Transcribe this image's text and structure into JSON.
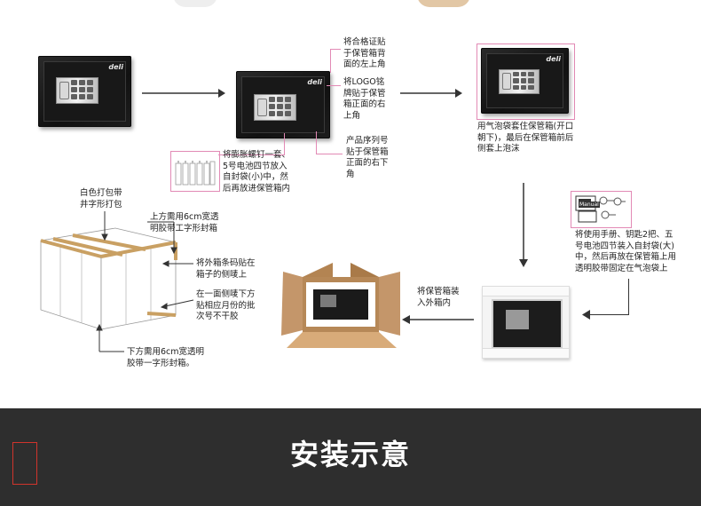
{
  "labels": {
    "cert": "将合格证贴\n于保管箱背\n面的左上角",
    "logo_sticker": "将LOGO铭\n牌贴于保管\n箱正面的右\n上角",
    "serial": "产品序列号\n贴于保管箱\n正面的右下\n角",
    "bolts": "将膨胀螺钉一套、\n5号电池四节放入\n自封袋(小)中，然\n后再放进保管箱内",
    "bubble": "用气泡袋套住保管箱(开口\n朝下)，最后在保管箱前后\n侧套上泡沫",
    "manual": "将使用手册、钥匙2把、五\n号电池四节装入自封袋(大)\n中，然后再放在保管箱上用\n透明胶带固定在气泡袋上",
    "outer_box": "将保管箱装\n入外箱内",
    "white_strap": "白色打包带\n井字形打包",
    "top_tape": "上方需用6cm宽透\n明胶带工字形封箱",
    "barcode": "将外箱条码贴在\n箱子的侧唛上",
    "batch": "在一面侧唛下方\n贴相应月份的批\n次号不干胶",
    "bottom_tape": "下方需用6cm宽透明\n胶带一字形封箱。"
  },
  "brand": "deli",
  "manual_label": "Manual",
  "footer": {
    "title": "安装示意"
  },
  "colors": {
    "annotation_pink": "#e28ab5",
    "footer_bg": "#2e2e2e",
    "footer_box": "#d0342c",
    "tape": "#c9a063"
  }
}
